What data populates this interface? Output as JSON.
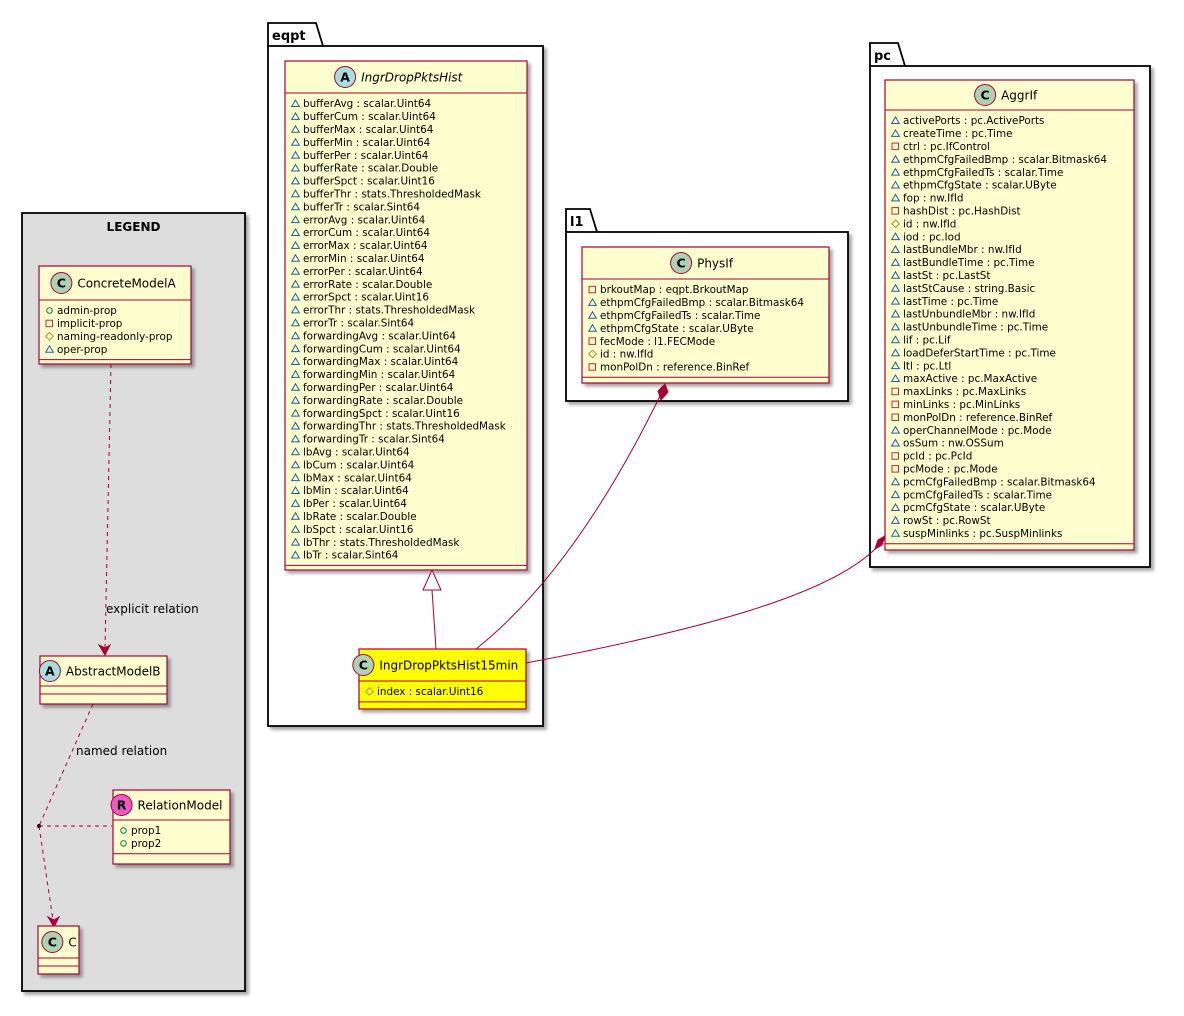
{
  "legend": {
    "title": "LEGEND",
    "concrete": {
      "name": "ConcreteModelA",
      "stereo": "C",
      "attrs": [
        {
          "vis": "public",
          "text": "admin-prop"
        },
        {
          "vis": "private",
          "text": "implicit-prop"
        },
        {
          "vis": "protected",
          "text": "naming-readonly-prop"
        },
        {
          "vis": "package",
          "text": "oper-prop"
        }
      ]
    },
    "abstract": {
      "name": "AbstractModelB",
      "stereo": "A"
    },
    "relation": {
      "name": "RelationModel",
      "stereo": "R",
      "attrs": [
        {
          "vis": "public",
          "text": "prop1"
        },
        {
          "vis": "public",
          "text": "prop2"
        }
      ]
    },
    "c": {
      "name": "C",
      "stereo": "C"
    },
    "explicit_label": "explicit relation",
    "named_label": "named relation"
  },
  "packages": {
    "eqpt": "eqpt",
    "l1": "l1",
    "pc": "pc"
  },
  "ingr_hist": {
    "name": "IngrDropPktsHist",
    "stereo": "A",
    "attrs": [
      {
        "vis": "package",
        "text": "bufferAvg : scalar.Uint64"
      },
      {
        "vis": "package",
        "text": "bufferCum : scalar.Uint64"
      },
      {
        "vis": "package",
        "text": "bufferMax : scalar.Uint64"
      },
      {
        "vis": "package",
        "text": "bufferMin : scalar.Uint64"
      },
      {
        "vis": "package",
        "text": "bufferPer : scalar.Uint64"
      },
      {
        "vis": "package",
        "text": "bufferRate : scalar.Double"
      },
      {
        "vis": "package",
        "text": "bufferSpct : scalar.Uint16"
      },
      {
        "vis": "package",
        "text": "bufferThr : stats.ThresholdedMask"
      },
      {
        "vis": "package",
        "text": "bufferTr : scalar.Sint64"
      },
      {
        "vis": "package",
        "text": "errorAvg : scalar.Uint64"
      },
      {
        "vis": "package",
        "text": "errorCum : scalar.Uint64"
      },
      {
        "vis": "package",
        "text": "errorMax : scalar.Uint64"
      },
      {
        "vis": "package",
        "text": "errorMin : scalar.Uint64"
      },
      {
        "vis": "package",
        "text": "errorPer : scalar.Uint64"
      },
      {
        "vis": "package",
        "text": "errorRate : scalar.Double"
      },
      {
        "vis": "package",
        "text": "errorSpct : scalar.Uint16"
      },
      {
        "vis": "package",
        "text": "errorThr : stats.ThresholdedMask"
      },
      {
        "vis": "package",
        "text": "errorTr : scalar.Sint64"
      },
      {
        "vis": "package",
        "text": "forwardingAvg : scalar.Uint64"
      },
      {
        "vis": "package",
        "text": "forwardingCum : scalar.Uint64"
      },
      {
        "vis": "package",
        "text": "forwardingMax : scalar.Uint64"
      },
      {
        "vis": "package",
        "text": "forwardingMin : scalar.Uint64"
      },
      {
        "vis": "package",
        "text": "forwardingPer : scalar.Uint64"
      },
      {
        "vis": "package",
        "text": "forwardingRate : scalar.Double"
      },
      {
        "vis": "package",
        "text": "forwardingSpct : scalar.Uint16"
      },
      {
        "vis": "package",
        "text": "forwardingThr : stats.ThresholdedMask"
      },
      {
        "vis": "package",
        "text": "forwardingTr : scalar.Sint64"
      },
      {
        "vis": "package",
        "text": "lbAvg : scalar.Uint64"
      },
      {
        "vis": "package",
        "text": "lbCum : scalar.Uint64"
      },
      {
        "vis": "package",
        "text": "lbMax : scalar.Uint64"
      },
      {
        "vis": "package",
        "text": "lbMin : scalar.Uint64"
      },
      {
        "vis": "package",
        "text": "lbPer : scalar.Uint64"
      },
      {
        "vis": "package",
        "text": "lbRate : scalar.Double"
      },
      {
        "vis": "package",
        "text": "lbSpct : scalar.Uint16"
      },
      {
        "vis": "package",
        "text": "lbThr : stats.ThresholdedMask"
      },
      {
        "vis": "package",
        "text": "lbTr : scalar.Sint64"
      }
    ]
  },
  "ingr_15": {
    "name": "IngrDropPktsHist15min",
    "stereo": "C",
    "attrs": [
      {
        "vis": "protected",
        "text": "index : scalar.Uint16"
      }
    ]
  },
  "physif": {
    "name": "PhysIf",
    "stereo": "C",
    "attrs": [
      {
        "vis": "private",
        "text": "brkoutMap : eqpt.BrkoutMap"
      },
      {
        "vis": "package",
        "text": "ethpmCfgFailedBmp : scalar.Bitmask64"
      },
      {
        "vis": "package",
        "text": "ethpmCfgFailedTs : scalar.Time"
      },
      {
        "vis": "package",
        "text": "ethpmCfgState : scalar.UByte"
      },
      {
        "vis": "private",
        "text": "fecMode : l1.FECMode"
      },
      {
        "vis": "protected",
        "text": "id : nw.IfId"
      },
      {
        "vis": "private",
        "text": "monPolDn : reference.BinRef"
      }
    ]
  },
  "aggrif": {
    "name": "AggrIf",
    "stereo": "C",
    "attrs": [
      {
        "vis": "package",
        "text": "activePorts : pc.ActivePorts"
      },
      {
        "vis": "package",
        "text": "createTime : pc.Time"
      },
      {
        "vis": "private",
        "text": "ctrl : pc.IfControl"
      },
      {
        "vis": "package",
        "text": "ethpmCfgFailedBmp : scalar.Bitmask64"
      },
      {
        "vis": "package",
        "text": "ethpmCfgFailedTs : scalar.Time"
      },
      {
        "vis": "package",
        "text": "ethpmCfgState : scalar.UByte"
      },
      {
        "vis": "package",
        "text": "fop : nw.IfId"
      },
      {
        "vis": "private",
        "text": "hashDist : pc.HashDist"
      },
      {
        "vis": "protected",
        "text": "id : nw.IfId"
      },
      {
        "vis": "package",
        "text": "iod : pc.Iod"
      },
      {
        "vis": "package",
        "text": "lastBundleMbr : nw.IfId"
      },
      {
        "vis": "package",
        "text": "lastBundleTime : pc.Time"
      },
      {
        "vis": "package",
        "text": "lastSt : pc.LastSt"
      },
      {
        "vis": "package",
        "text": "lastStCause : string.Basic"
      },
      {
        "vis": "package",
        "text": "lastTime : pc.Time"
      },
      {
        "vis": "package",
        "text": "lastUnbundleMbr : nw.IfId"
      },
      {
        "vis": "package",
        "text": "lastUnbundleTime : pc.Time"
      },
      {
        "vis": "package",
        "text": "lif : pc.Lif"
      },
      {
        "vis": "package",
        "text": "loadDeferStartTime : pc.Time"
      },
      {
        "vis": "package",
        "text": "ltl : pc.Ltl"
      },
      {
        "vis": "package",
        "text": "maxActive : pc.MaxActive"
      },
      {
        "vis": "private",
        "text": "maxLinks : pc.MaxLinks"
      },
      {
        "vis": "private",
        "text": "minLinks : pc.MinLinks"
      },
      {
        "vis": "private",
        "text": "monPolDn : reference.BinRef"
      },
      {
        "vis": "package",
        "text": "operChannelMode : pc.Mode"
      },
      {
        "vis": "package",
        "text": "osSum : nw.OSSum"
      },
      {
        "vis": "private",
        "text": "pcId : pc.PcId"
      },
      {
        "vis": "private",
        "text": "pcMode : pc.Mode"
      },
      {
        "vis": "package",
        "text": "pcmCfgFailedBmp : scalar.Bitmask64"
      },
      {
        "vis": "package",
        "text": "pcmCfgFailedTs : scalar.Time"
      },
      {
        "vis": "package",
        "text": "pcmCfgState : scalar.UByte"
      },
      {
        "vis": "package",
        "text": "rowSt : pc.RowSt"
      },
      {
        "vis": "package",
        "text": "suspMinlinks : pc.SuspMinlinks"
      }
    ]
  },
  "colors": {
    "class_fill": "#fefece",
    "class_border": "#a80036",
    "highlight_fill": "#ffff00",
    "line": "#a80036",
    "legend_fill": "#dddddd",
    "c_circle": "#add1b2",
    "a_circle": "#a9dcdf",
    "r_circle": "#eb59c4"
  }
}
